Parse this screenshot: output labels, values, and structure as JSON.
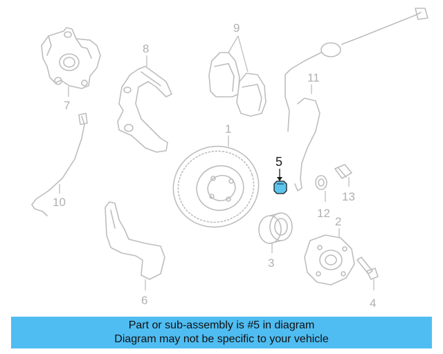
{
  "diagram": {
    "callouts": {
      "c1": "1",
      "c2": "2",
      "c3": "3",
      "c4": "4",
      "c5": "5",
      "c6": "6",
      "c7": "7",
      "c8": "8",
      "c9": "9",
      "c10": "10",
      "c11": "11",
      "c12": "12",
      "c13": "13"
    },
    "highlight_color": "#5bc4ee",
    "part_line_color": "#bdbdbd"
  },
  "caption": {
    "line1": "Part or sub-assembly is #5 in diagram",
    "line2": "Diagram may not be specific to your vehicle",
    "background": "#4fbdf2"
  }
}
